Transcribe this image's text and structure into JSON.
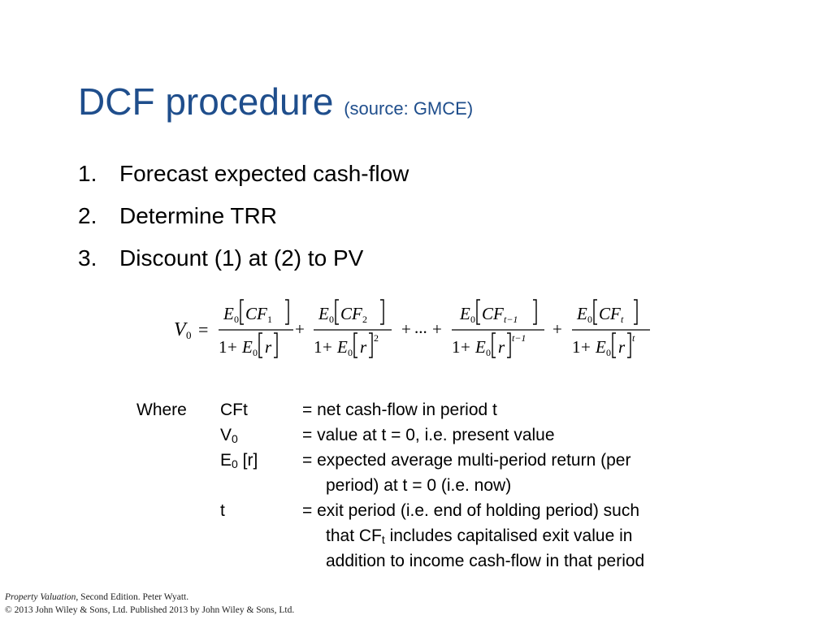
{
  "slide": {
    "title": "DCF procedure",
    "title_sub": "(source: GMCE)",
    "steps": [
      {
        "num": "1.",
        "text": "Forecast expected cash-flow"
      },
      {
        "num": "2.",
        "text": "Determine TRR"
      },
      {
        "num": "3.",
        "text": "Discount (1) at (2) to PV"
      }
    ],
    "formula": {
      "lhs_base": "V",
      "lhs_sub": "0",
      "equals": "=",
      "plus": "+",
      "ellipsis": "...",
      "num_base": "E",
      "num_base_sub": "0",
      "num_var": "CF",
      "den_one": "1",
      "den_base": "E",
      "den_base_sub": "0",
      "den_var": "r",
      "terms": [
        {
          "num_sub": "1",
          "den_exp": ""
        },
        {
          "num_sub": "2",
          "den_exp": "2"
        },
        {
          "num_sub": "t−1",
          "den_exp": "t−1"
        },
        {
          "num_sub": "t",
          "den_exp": "t"
        }
      ]
    },
    "where": {
      "label": "Where",
      "rows": [
        {
          "term": "CFt",
          "def": "= net cash-flow in period t"
        },
        {
          "term_base": "V",
          "term_sub": "0",
          "def": "= value at t = 0, i.e. present value"
        },
        {
          "term_base": "E",
          "term_sub": "0",
          "term_suffix": " [r]",
          "def": "= expected average multi-period return (per",
          "def_cont": "period) at t = 0 (i.e. now)"
        },
        {
          "term": "t",
          "def": "= exit period (i.e. end of holding period) such",
          "def_cont_pre": "that CF",
          "def_cont_sub": "t",
          "def_cont_post": " includes capitalised exit value in",
          "def_cont2": "addition to income cash-flow in that period"
        }
      ]
    },
    "footer": {
      "line1_italic": "Property Valuation",
      "line1_rest": ", Second Edition. Peter Wyatt.",
      "line2": "© 2013 John Wiley & Sons, Ltd. Published 2013 by John Wiley & Sons, Ltd."
    },
    "colors": {
      "title": "#1F4E8C",
      "text": "#000000",
      "background": "#FFFFFF"
    }
  }
}
